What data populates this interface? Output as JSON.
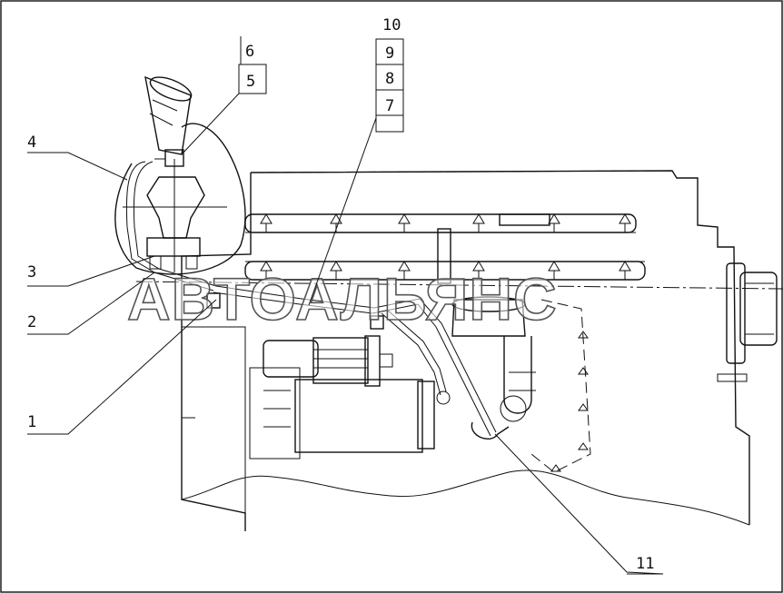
{
  "callouts": {
    "c1": "1",
    "c2": "2",
    "c3": "3",
    "c4": "4",
    "c5": "5",
    "c6": "6",
    "c7": "7",
    "c8": "8",
    "c9": "9",
    "c10": "10",
    "c11": "11"
  },
  "watermark": "АВТОАЛЬЯНС",
  "colors": {
    "line": "#111111",
    "background": "#ffffff"
  }
}
